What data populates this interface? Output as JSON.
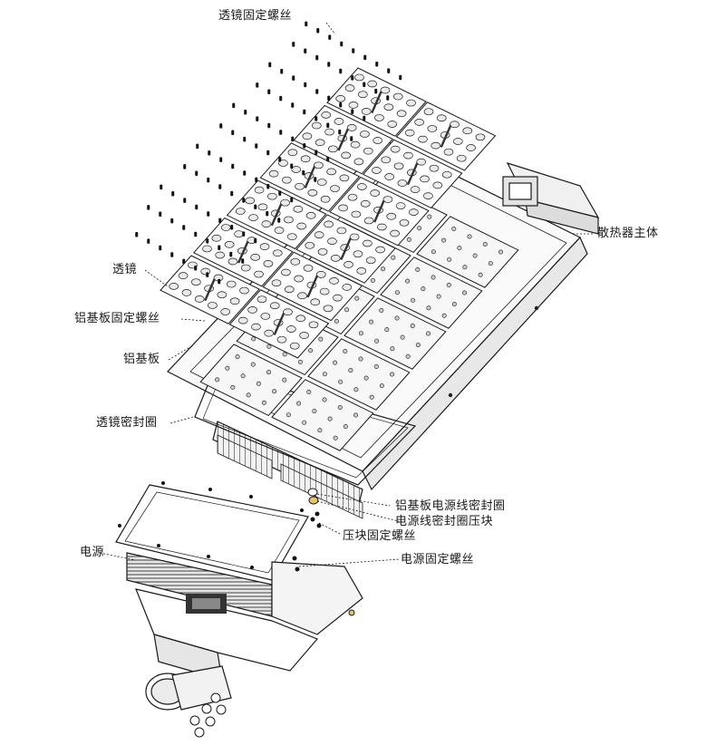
{
  "labels": {
    "lens_screw": "透镜固定螺丝",
    "heatsink": "散热器主体",
    "lens": "透镜",
    "pcb_screw": "铝基板固定螺丝",
    "pcb": "铝基板",
    "lens_seal": "透镜密封圈",
    "pcb_cable_seal": "铝基板电源线密封圈",
    "cable_seal_clamp": "电源线密封圈压块",
    "clamp_screw": "压块固定螺丝",
    "power_supply": "电源",
    "psu_screw": "电源固定螺丝"
  },
  "colors": {
    "line": "#1a1a1a",
    "part_fill": "#ffffff",
    "shade": "#d9d9d9",
    "accent_ring": "#c8a24a"
  }
}
